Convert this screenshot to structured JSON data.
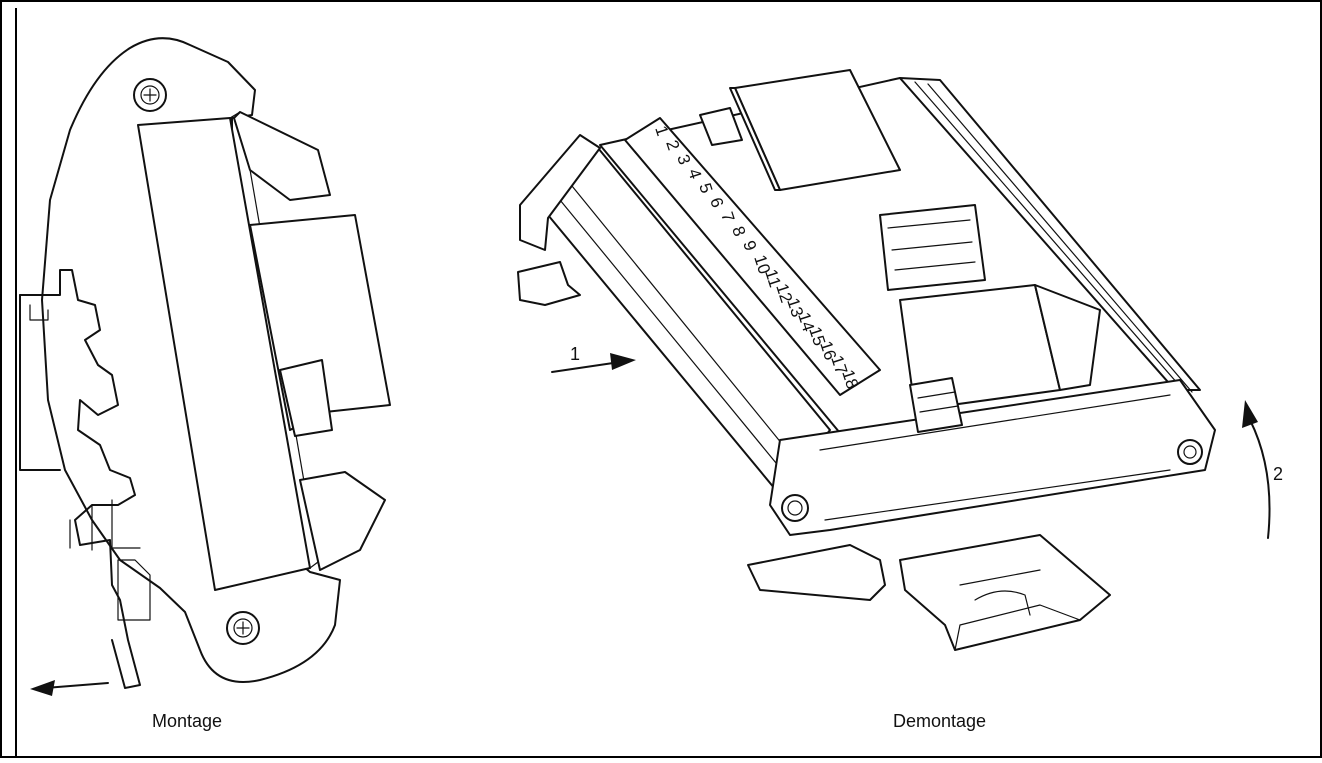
{
  "labels": {
    "left_caption": "Montage",
    "right_caption": "Demontage",
    "step_1": "1",
    "step_2": "2"
  },
  "terminal_numbers": [
    "1",
    "2",
    "3",
    "4",
    "5",
    "6",
    "7",
    "8",
    "9",
    "10",
    "11",
    "12",
    "13",
    "14",
    "15",
    "16",
    "17",
    "18"
  ],
  "colors": {
    "line": "#111111",
    "background": "#ffffff",
    "frame": "#000000"
  }
}
